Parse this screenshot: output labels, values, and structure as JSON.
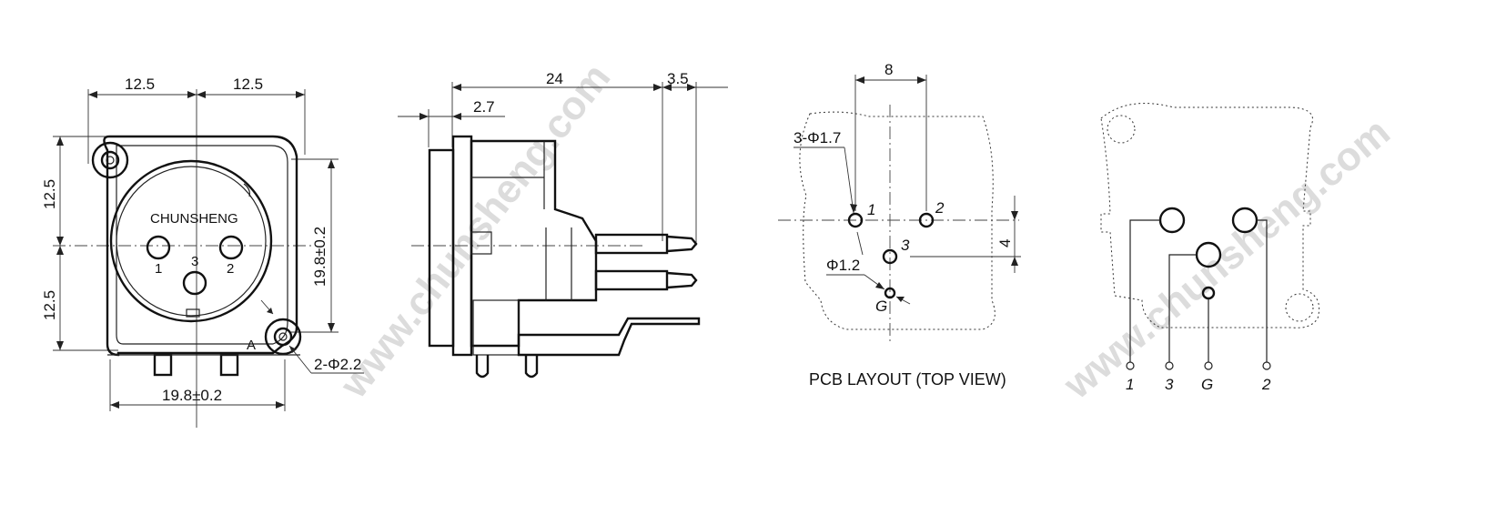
{
  "watermark": "www.chunsheng.com",
  "front_view": {
    "brand_text": "CHUNSHENG",
    "pin_labels": [
      "1",
      "3",
      "2"
    ],
    "mark_a": "A",
    "dim_top_left": "12.5",
    "dim_top_right": "12.5",
    "dim_left_upper": "12.5",
    "dim_left_lower": "12.5",
    "dim_right": "19.8±0.2",
    "dim_bottom": "19.8±0.2",
    "hole_callout": "2-Φ2.2"
  },
  "side_view": {
    "dim_length": "24",
    "dim_pin": "3.5",
    "dim_flange": "2.7"
  },
  "pcb_layout": {
    "title": "PCB LAYOUT (TOP VIEW)",
    "dim_spacing": "8",
    "dim_vertical": "4",
    "hole_callout_pins": "3-Φ1.7",
    "hole_callout_ground": "Φ1.2",
    "pin_labels": [
      "1",
      "2",
      "3",
      "G"
    ]
  },
  "schematic": {
    "pin_labels": [
      "1",
      "3",
      "G",
      "2"
    ]
  }
}
